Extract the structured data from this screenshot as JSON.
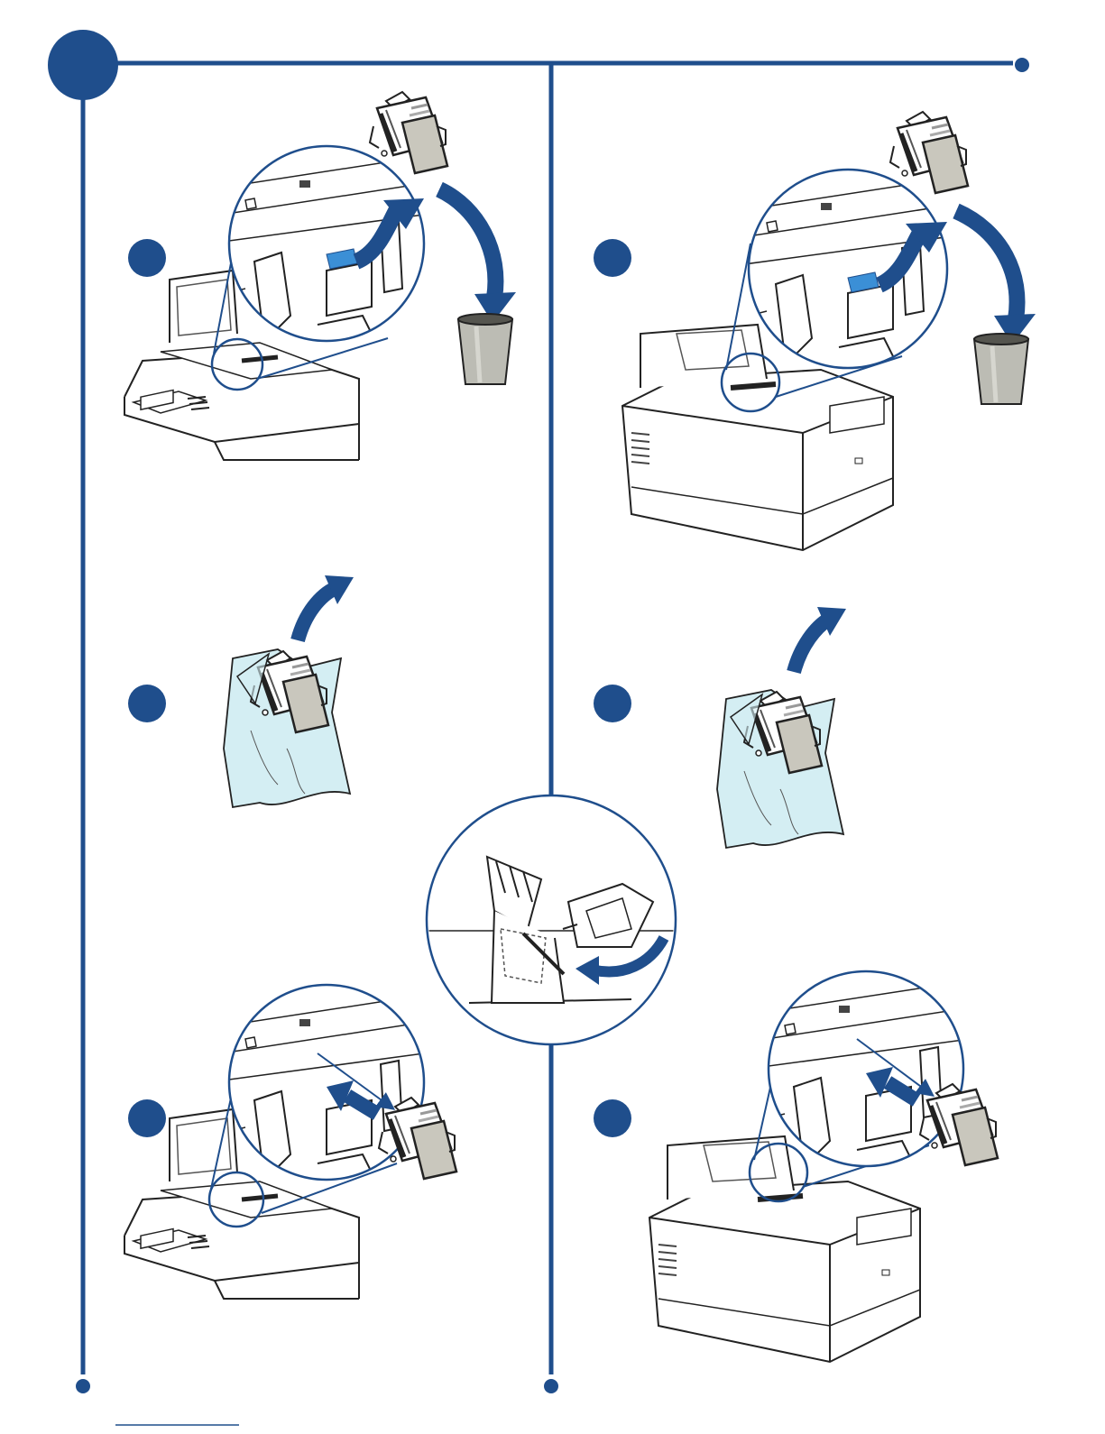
{
  "document": {
    "type": "maintenance-instruction-sheet",
    "procedure": "replace-stapler-cartridge",
    "steps_per_column": 3,
    "step_marker_labels": [
      "",
      "",
      "",
      "",
      "",
      ""
    ],
    "colors": {
      "timeline": "#1f4e8c",
      "arrow": "#1f4e8c",
      "bag": "#d4eef3",
      "cartridge_label": "#c9c7bd",
      "bin": "#bcbcb4",
      "highlight": "#3b8fd6",
      "line_art": "#222222"
    },
    "icons": [
      "step-marker-icon",
      "zoom-callout-icon",
      "stapler-cartridge-icon",
      "trash-bin-icon",
      "plastic-bag-icon",
      "curved-arrow-icon",
      "push-arrow-icon",
      "printer-icon"
    ]
  }
}
